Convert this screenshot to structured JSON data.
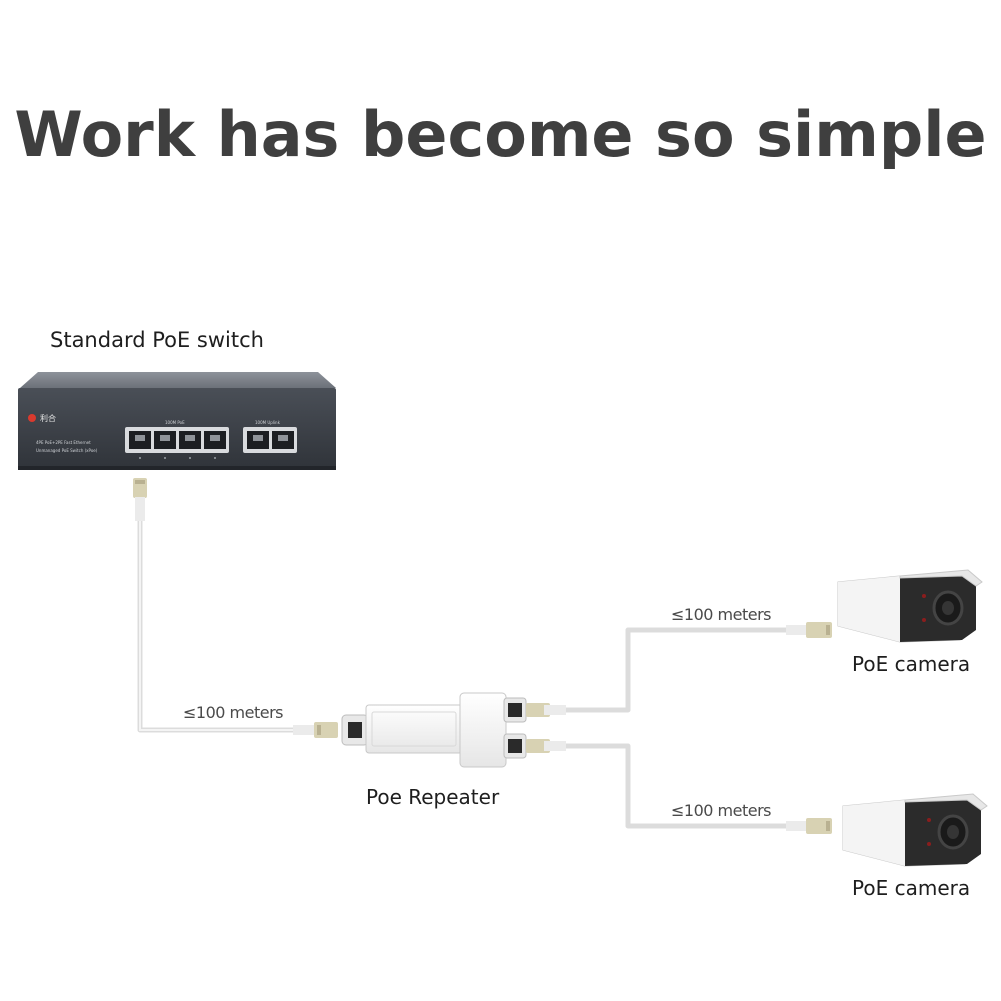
{
  "headline": "Work has become so simple",
  "labels": {
    "switch": "Standard PoE switch",
    "repeater": "Poe Repeater",
    "camera_top": "PoE camera",
    "camera_bottom": "PoE camera"
  },
  "distances": {
    "switch_to_repeater": "≤100 meters",
    "repeater_to_camera_top": "≤100 meters",
    "repeater_to_camera_bottom": "≤100 meters"
  },
  "switch_panel": {
    "brand": "利合",
    "poe_group_label": "100M PoE",
    "uplink_group_label": "100M Uplink",
    "model_line_1": "4PE PoE+2PE Fast Ethernet",
    "model_line_2": "Unmanaged PoE Switch (xPoe)"
  },
  "colors": {
    "headline": "#3f3f3f",
    "cable": "#e8e8e8",
    "connector": "#cfc9a8",
    "switch_body": "#3c4048"
  }
}
